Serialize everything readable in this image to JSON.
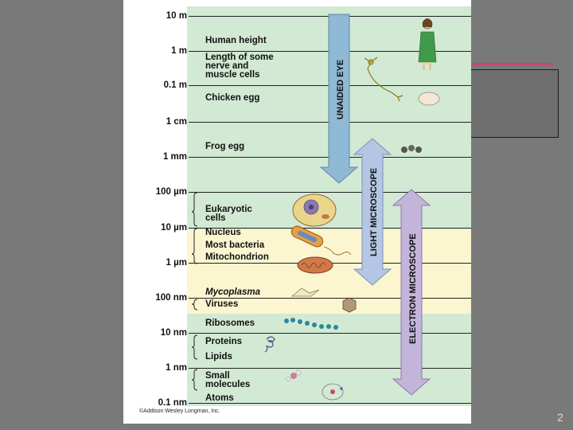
{
  "scale": {
    "ticks": [
      "10 m",
      "1 m",
      "0.1 m",
      "1 cm",
      "1 mm",
      "100 µm",
      "10 µm",
      "1 µm",
      "100 nm",
      "10 nm",
      "1 nm",
      "0.1 nm"
    ]
  },
  "objects": [
    {
      "label": "Human height",
      "italic": false
    },
    {
      "label": "Length of some",
      "italic": false
    },
    {
      "label": "nerve and",
      "italic": false
    },
    {
      "label": "muscle cells",
      "italic": false
    },
    {
      "label": "Chicken egg",
      "italic": false
    },
    {
      "label": "Frog egg",
      "italic": false
    },
    {
      "label": "Eukaryotic",
      "italic": false
    },
    {
      "label": "cells",
      "italic": false
    },
    {
      "label": "Nucleus",
      "italic": false
    },
    {
      "label": "Most bacteria",
      "italic": false
    },
    {
      "label": "Mitochondrion",
      "italic": false
    },
    {
      "label": "Mycoplasma",
      "italic": true
    },
    {
      "label": "Viruses",
      "italic": false
    },
    {
      "label": "Ribosomes",
      "italic": false
    },
    {
      "label": "Proteins",
      "italic": false
    },
    {
      "label": "Lipids",
      "italic": false
    },
    {
      "label": "Small",
      "italic": false
    },
    {
      "label": "molecules",
      "italic": false
    },
    {
      "label": "Atoms",
      "italic": false
    }
  ],
  "instruments": {
    "unaided_eye": "UNAIDED EYE",
    "light_microscope": "LIGHT MICROSCOPE",
    "electron_microscope": "ELECTRON MICROSCOPE"
  },
  "copyright": "©Addison Wesley Longman, Inc.",
  "page_number": "2",
  "colors": {
    "band_green": "#d2e9d4",
    "band_yellow": "#fbf6cf",
    "eye_arrow": "#8fb9d4",
    "light_arrow": "#b4c6e4",
    "electron_arrow": "#c3b4da",
    "accent_line": "#c8477a"
  },
  "icons": [
    "woman-icon",
    "neuron-icon",
    "chicken-egg-icon",
    "frog-egg-icon",
    "eukaryotic-cell-icon",
    "bacterium-icon",
    "mitochondrion-icon",
    "mycoplasma-icon",
    "virus-icon",
    "ribosome-chain-icon",
    "protein-icon",
    "small-molecule-icon",
    "atom-icon"
  ]
}
